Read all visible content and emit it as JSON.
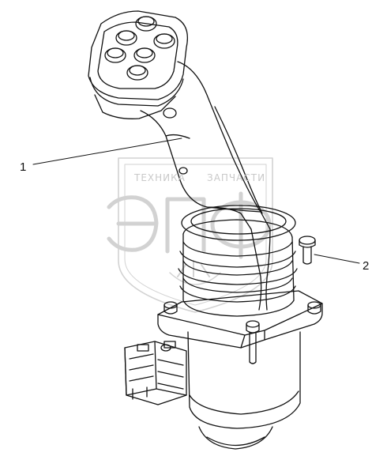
{
  "watermark": {
    "left_text": "ТЕХНИКА",
    "right_text": "ЗАПЧАСТИ",
    "logo_text": "ЭПФ",
    "color": "#cfcfcf"
  },
  "callouts": [
    {
      "id": "1",
      "label": "1"
    },
    {
      "id": "2",
      "label": "2"
    }
  ],
  "colors": {
    "line": "#111111",
    "watermark": "#cfcfcf"
  }
}
